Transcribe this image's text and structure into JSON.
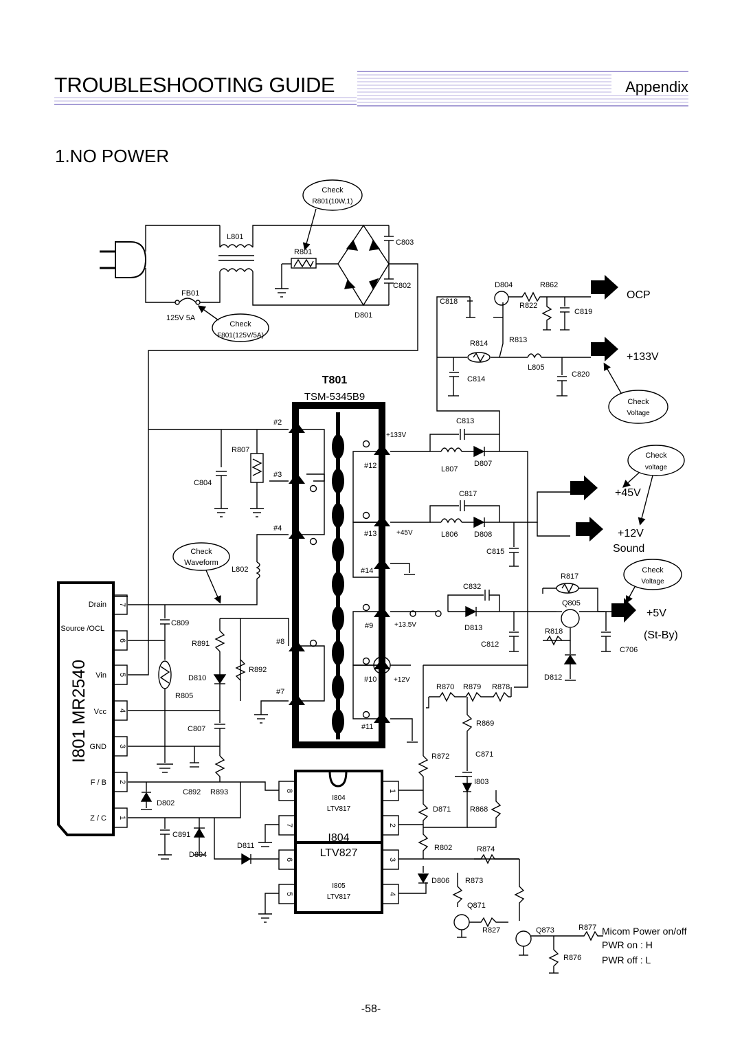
{
  "header": {
    "title": "TROUBLESHOOTING GUIDE",
    "subtitle": "Appendix"
  },
  "section_title": "1.NO POWER",
  "page_number": "-58-",
  "ic_main": {
    "label": "I801 MR2540",
    "pins": [
      {
        "num": "7",
        "name": "Drain"
      },
      {
        "num": "6",
        "name": "Source /OCL"
      },
      {
        "num": "5",
        "name": "Vin"
      },
      {
        "num": "4",
        "name": "Vcc"
      },
      {
        "num": "3",
        "name": "GND"
      },
      {
        "num": "2",
        "name": "F / B"
      },
      {
        "num": "1",
        "name": "Z / C"
      }
    ]
  },
  "transformer": {
    "ref": "T801",
    "part": "TSM-5345B9",
    "pins": [
      "#2",
      "#3",
      "#4",
      "#8",
      "#7",
      "#12",
      "#13",
      "#14",
      "#9",
      "#10",
      "#11"
    ]
  },
  "optocoupler": {
    "label": "I804",
    "part": "LTV827",
    "top_label": "I804",
    "top_part": "LTV817",
    "bottom_label": "I805",
    "bottom_part": "LTV817",
    "pins_left": [
      "8",
      "7",
      "6",
      "5"
    ],
    "pins_right": [
      "1",
      "2",
      "3",
      "4"
    ]
  },
  "outputs": {
    "ocp": "OCP",
    "v133": "+133V",
    "v45": "+45V",
    "v12": "+12V",
    "sound": "Sound",
    "v5": "+5V",
    "stby": "(St-By)",
    "micom": "Micom Power on/off",
    "pwr_on": "PWR on : H",
    "pwr_off": "PWR off : L"
  },
  "checks": {
    "r801": {
      "line1": "Check",
      "line2": "R801(10W,1)"
    },
    "f801": {
      "line1": "Check",
      "line2": "F801(125V/5A)"
    },
    "waveform": {
      "line1": "Check",
      "line2": "Waveform"
    },
    "voltage133": {
      "line1": "Check",
      "line2": "Voltage"
    },
    "voltage45": {
      "line1": "Check",
      "line2": "voltage"
    },
    "voltage5": {
      "line1": "Check",
      "line2": "Voltage"
    }
  },
  "rail_labels": {
    "v133": "+133V",
    "v45": "+45V",
    "v13": "+13.5V",
    "v12": "+12V"
  },
  "components": {
    "L801": "L801",
    "R801": "R801",
    "C803": "C803",
    "C802": "C802",
    "D801": "D801",
    "FB01": "FB01",
    "F801_rating": "125V  5A",
    "D804a": "D804",
    "R862": "R862",
    "C818": "C818",
    "R822": "R822",
    "C819": "C819",
    "R814": "R814",
    "R813": "R813",
    "L805": "L805",
    "C814": "C814",
    "C820": "C820",
    "C813": "C813",
    "L807": "L807",
    "D807": "D807",
    "C817": "C817",
    "L806": "L806",
    "D808": "D808",
    "C815": "C815",
    "R817": "R817",
    "C832": "C832",
    "Q805": "Q805",
    "D813": "D813",
    "C812": "C812",
    "R818": "R818",
    "C706": "C706",
    "D812": "D812",
    "R807": "R807",
    "C804": "C804",
    "L802": "L802",
    "C809": "C809",
    "R891": "R891",
    "D810": "D810",
    "R892": "R892",
    "R805": "R805",
    "C807": "C807",
    "C892": "C892",
    "R893": "R893",
    "D802": "D802",
    "C891": "C891",
    "D804b": "D804",
    "D811": "D811",
    "R870": "R870",
    "R879": "R879",
    "R878": "R878",
    "R869": "R869",
    "R872": "R872",
    "C871": "C871",
    "I803": "I803",
    "D871": "D871",
    "R868": "R868",
    "R802": "R802",
    "R874": "R874",
    "D806": "D806",
    "R873": "R873",
    "Q871": "Q871",
    "R827": "R827",
    "Q873": "Q873",
    "R877": "R877",
    "R876": "R876"
  }
}
